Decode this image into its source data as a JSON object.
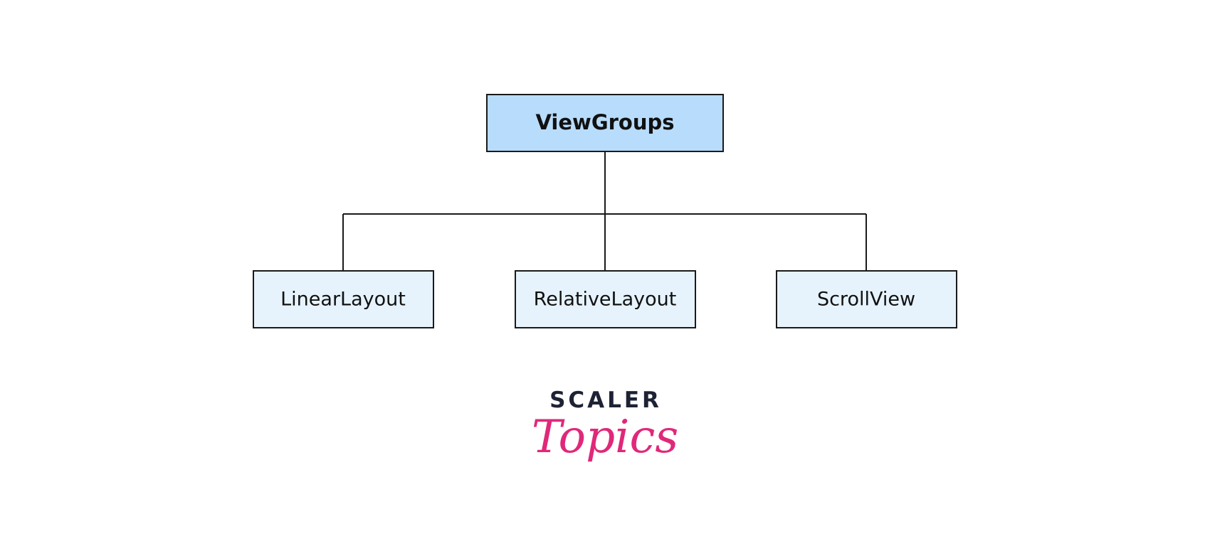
{
  "diagram": {
    "root": {
      "label": "ViewGroups"
    },
    "children": [
      {
        "label": "LinearLayout"
      },
      {
        "label": "RelativeLayout"
      },
      {
        "label": "ScrollView"
      }
    ]
  },
  "logo": {
    "line1": "SCALER",
    "line2": "Topics"
  },
  "colors": {
    "root_fill": "#b8dcfb",
    "child_fill": "#e6f3fd",
    "stroke": "#1a1a1a",
    "logo_dark": "#1e2235",
    "logo_pink": "#e0287a"
  }
}
